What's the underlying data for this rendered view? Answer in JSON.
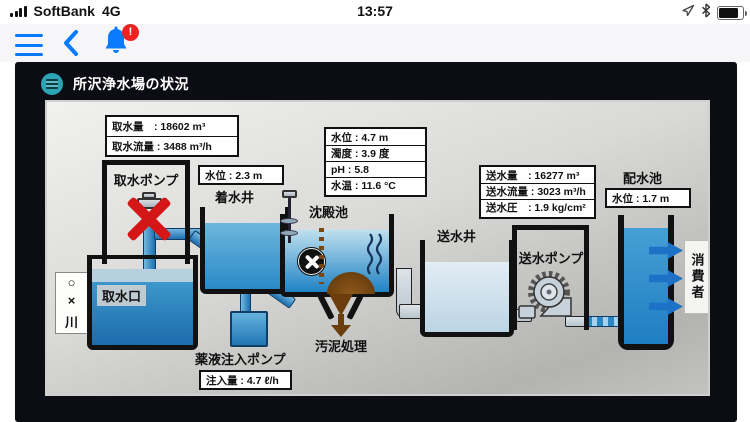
{
  "status_bar": {
    "carrier": "SoftBank",
    "network": "4G",
    "time": "13:57"
  },
  "nav_bar": {
    "badge": "!"
  },
  "panel": {
    "title": "所沢浄水場の状況",
    "accent_teal": "#2ba4b4",
    "background": "#0c0c15"
  },
  "diagram": {
    "boxes": {
      "intake": {
        "rows": [
          "取水量　: 18602 m³",
          "取水流量 : 3488 m³/h"
        ]
      },
      "receiving_level": "水位 : 2.3 m",
      "sedimentation": {
        "rows": [
          "水位 : 4.7 m",
          "濁度 : 3.9 度",
          "pH : 5.8",
          "水温 : 11.6 °C"
        ]
      },
      "injection_rate": "注入量 : 4.7 ℓ/h",
      "supply": {
        "rows": [
          "送水量　: 16277 m³",
          "送水流量 : 3023 m³/h",
          "送水圧　: 1.9 kg/cm²"
        ]
      },
      "distribution_level": "水位 : 1.7 m"
    },
    "labels": {
      "intake_pump": "取水ポンプ",
      "receiving_well": "着水井",
      "sedimentation_basin": "沈殿池",
      "intake_port": "取水口",
      "river_column": [
        "○",
        "×",
        "川"
      ],
      "chemical_pump": "薬液注入ポンプ",
      "sludge_treatment": "汚泥処理",
      "supply_well": "送水井",
      "supply_pump": "送水ポンプ",
      "distribution_reservoir": "配水池",
      "consumers": "消費者"
    },
    "colors": {
      "water": "#2382c2",
      "pipe_blue": "#2e86c1",
      "alarm_red": "#d41616",
      "sludge_brown": "#6b3c0c"
    }
  }
}
